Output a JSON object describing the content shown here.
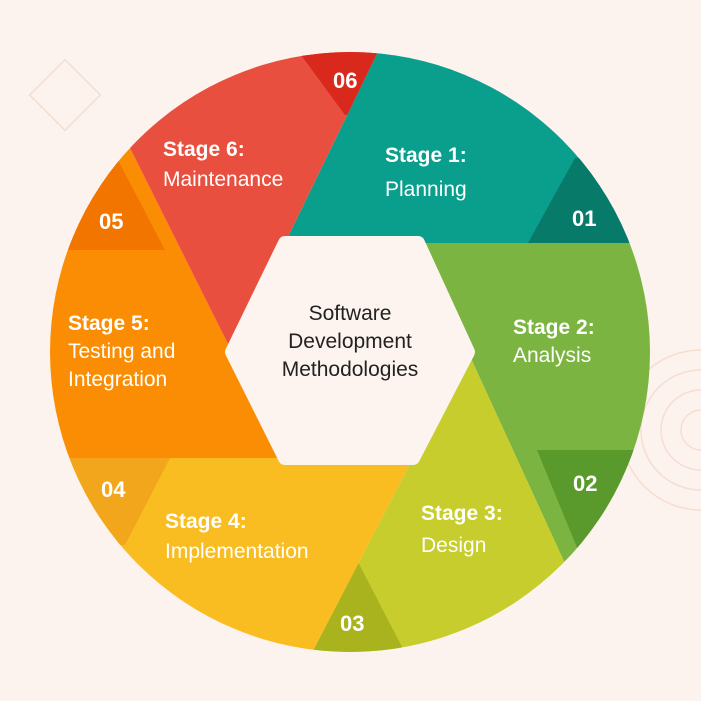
{
  "center_title": [
    "Software",
    "Development",
    "Methodologies"
  ],
  "stages": [
    {
      "title": "Stage 1:",
      "name_lines": [
        "Planning"
      ],
      "number": "01",
      "color": "#0a9e8c",
      "dark": "#077a6a"
    },
    {
      "title": "Stage 2:",
      "name_lines": [
        "Analysis"
      ],
      "number": "02",
      "color": "#7cb442",
      "dark": "#5a9a2c"
    },
    {
      "title": "Stage 3:",
      "name_lines": [
        "Design"
      ],
      "number": "03",
      "color": "#c6cd2c",
      "dark": "#a9b31e"
    },
    {
      "title": "Stage 4:",
      "name_lines": [
        "Implementation"
      ],
      "number": "04",
      "color": "#f9bd22",
      "dark": "#f2a61c"
    },
    {
      "title": "Stage 5:",
      "name_lines": [
        "Testing and",
        "Integration"
      ],
      "number": "05",
      "color": "#fb8d04",
      "dark": "#f27500"
    },
    {
      "title": "Stage 6:",
      "name_lines": [
        "Maintenance"
      ],
      "number": "06",
      "color": "#e94f3f",
      "dark": "#d9291c"
    }
  ]
}
